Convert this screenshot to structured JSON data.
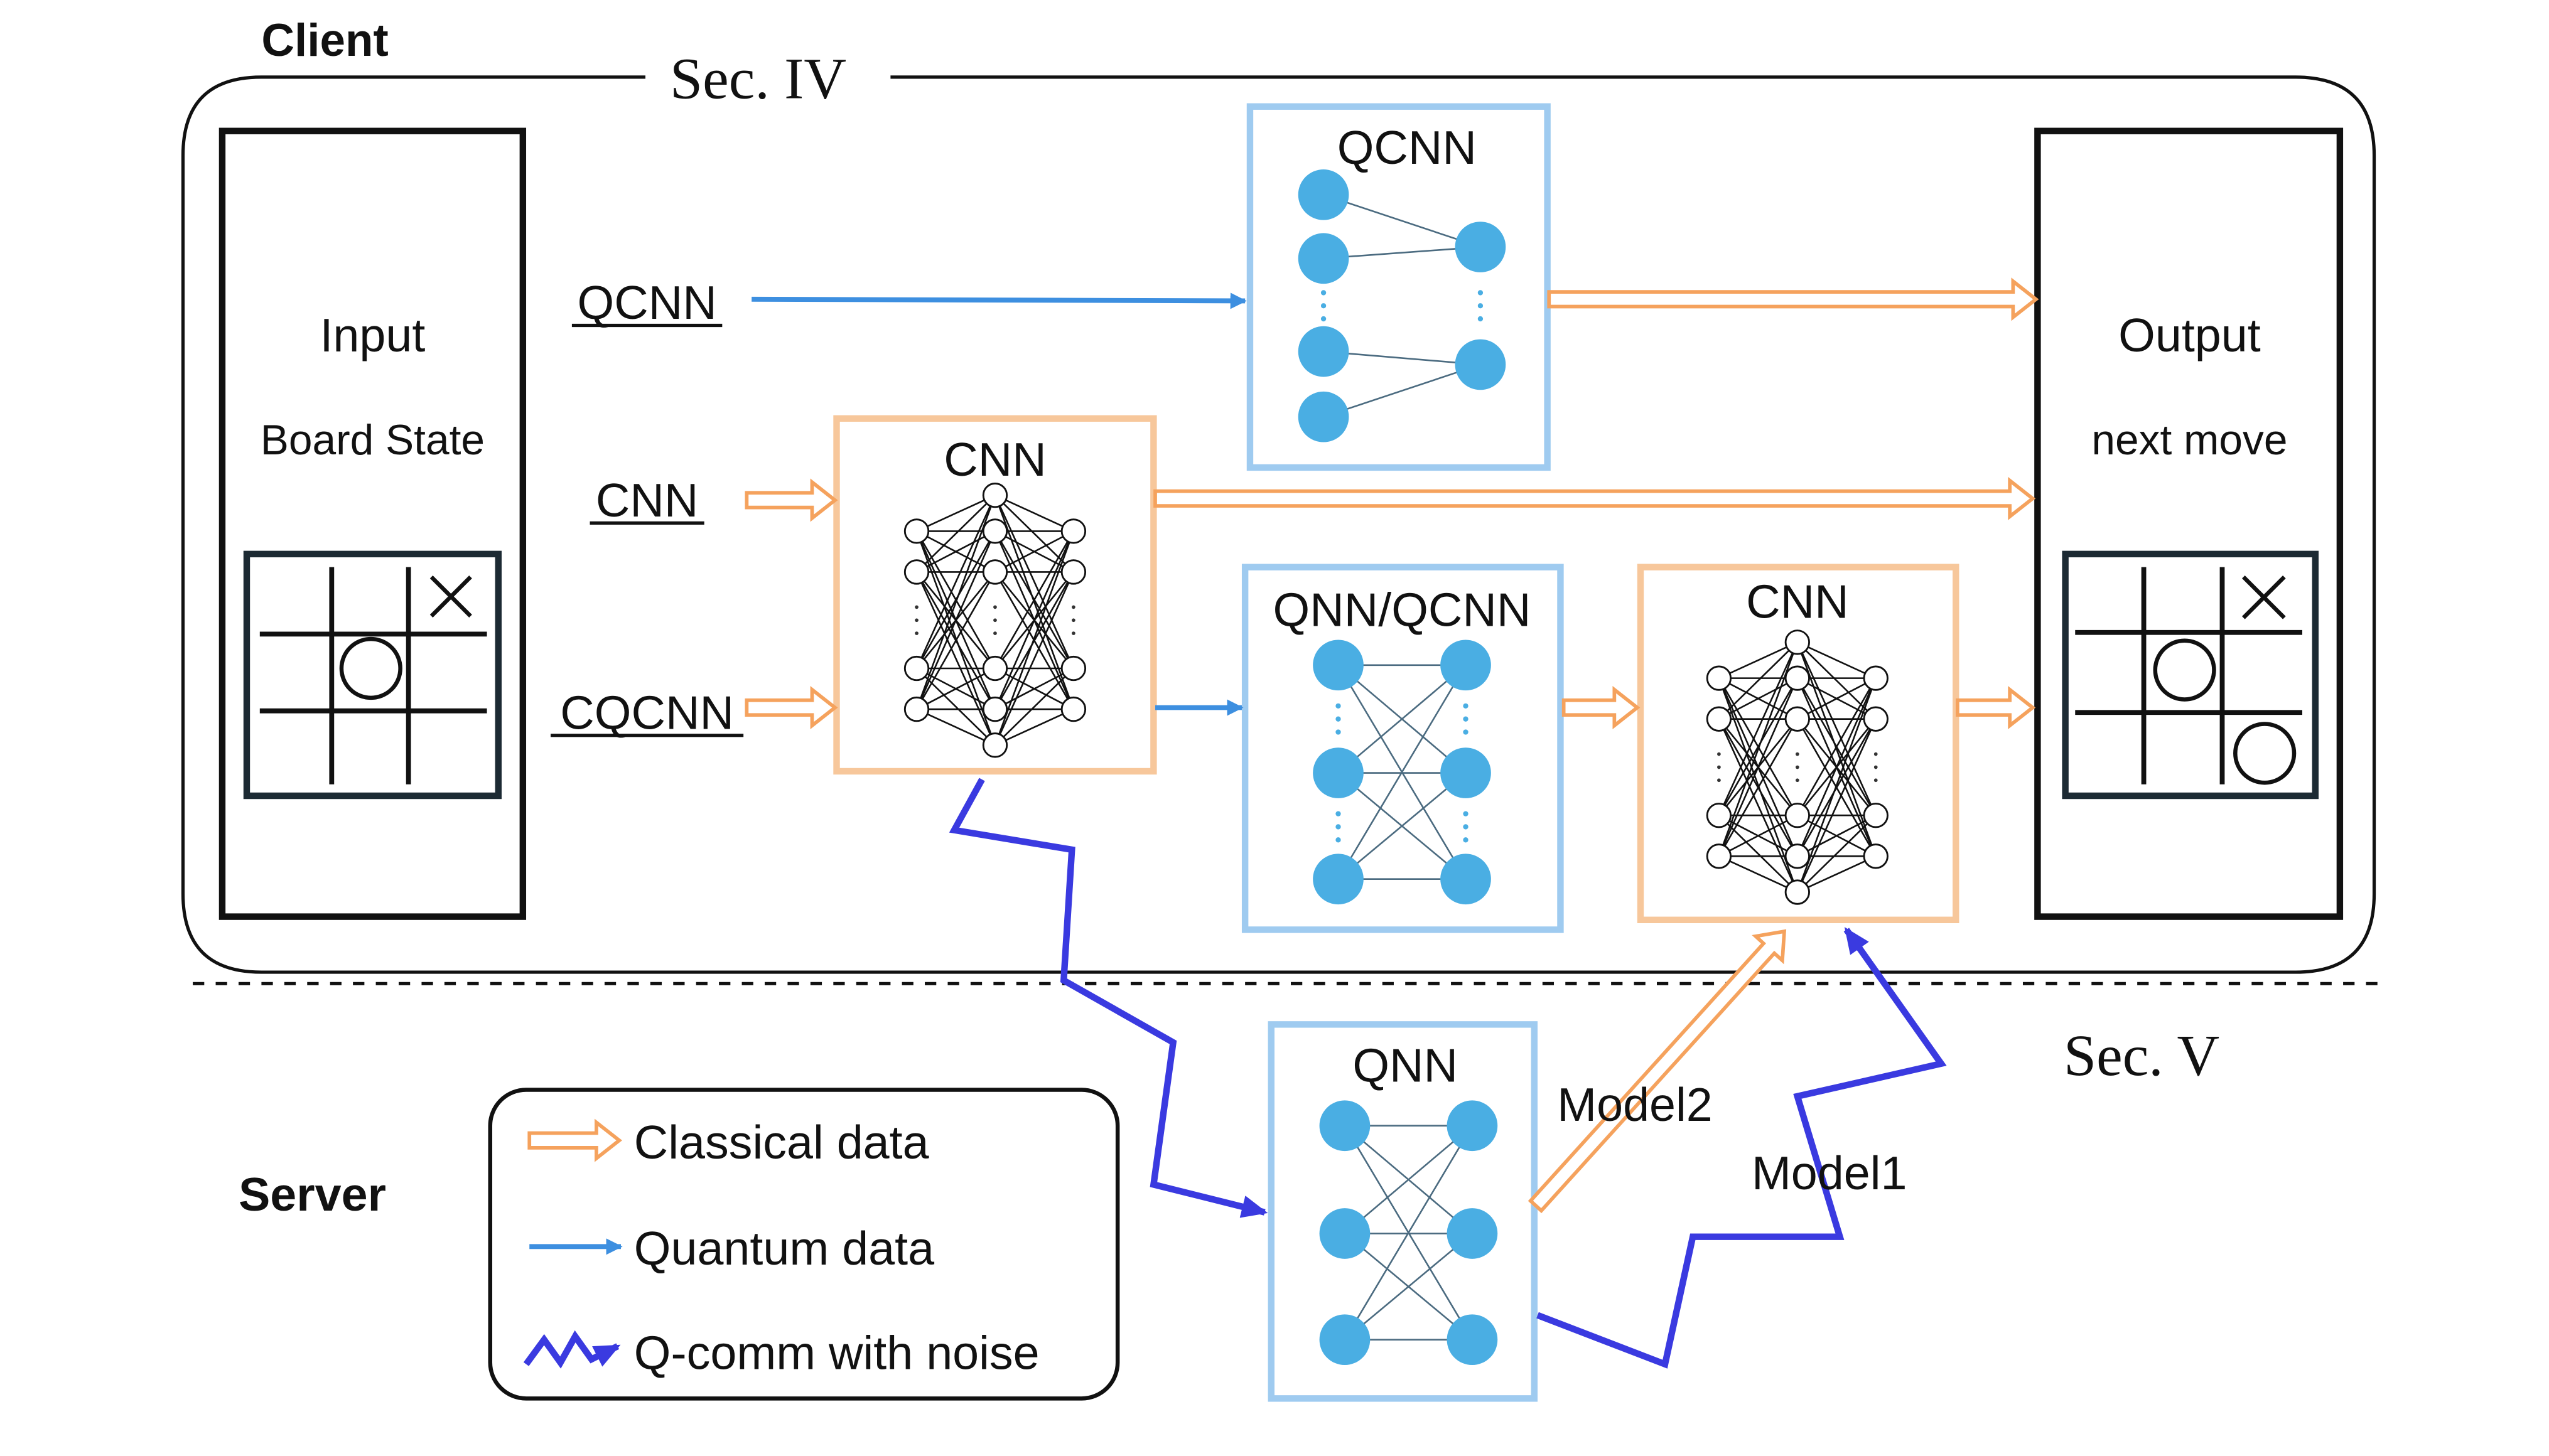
{
  "labels": {
    "client": "Client",
    "server": "Server",
    "sec4": "Sec. IV",
    "sec5": "Sec. V",
    "input_title": "Input",
    "input_sub": "Board State",
    "output_title": "Output",
    "output_sub": "next move",
    "route_qcnn": "QCNN",
    "route_cnn": "CNN",
    "route_cqcnn": "CQCNN",
    "box_qcnn": "QCNN",
    "box_cnn_left": "CNN",
    "box_qnn_qcnn": "QNN/QCNN",
    "box_cnn_right": "CNN",
    "box_qnn_server": "QNN",
    "model1": "Model1",
    "model2": "Model2"
  },
  "legend": {
    "classical": "Classical data",
    "quantum": "Quantum data",
    "qcomm": "Q-comm with noise"
  },
  "colors": {
    "orange": "#F5A25D",
    "orange_box": "#F7C79B",
    "blue": "#3D8FE0",
    "blue_box": "#9FCBF0",
    "node_blue": "#4AAEE3",
    "noise": "#3A3AE0"
  },
  "board_glyphs": {
    "cross": "×",
    "circle": "○"
  }
}
